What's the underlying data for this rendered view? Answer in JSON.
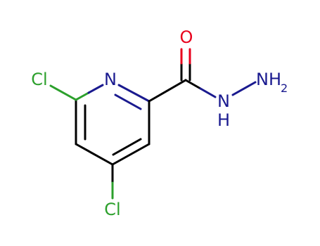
{
  "molecule": {
    "atoms": {
      "ring_n": "N",
      "cl_top": "Cl",
      "cl_bottom": "Cl",
      "o": "O",
      "nh": "N",
      "nh_h": "H",
      "nh2_n": "NH",
      "nh2_sub": "2"
    },
    "colors": {
      "bond": "#000000",
      "nitrogen": "#1a1a8f",
      "chlorine": "#2ca02c",
      "oxygen": "#e8001c"
    }
  }
}
